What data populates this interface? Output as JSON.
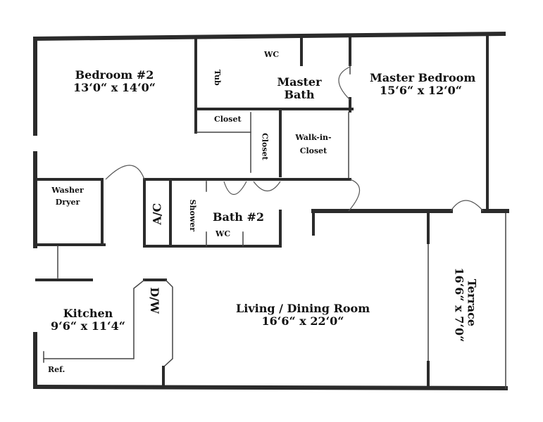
{
  "rooms": {
    "bedroom2": {
      "name": "Bedroom #2",
      "size": "13‘0“ x 14‘0“"
    },
    "master_bath": {
      "name1": "Master",
      "name2": "Bath"
    },
    "master_bedroom": {
      "name": "Master Bedroom",
      "size": "15‘6“ x 12‘0“"
    },
    "wc_top": "WC",
    "tub": "Tub",
    "closet_h": "Closet",
    "closet_v": "Closet",
    "walkin": {
      "line1": "Walk-in-",
      "line2": "Closet"
    },
    "washer": {
      "line1": "Washer",
      "line2": "Dryer"
    },
    "ac": "A/C",
    "shower": "Shower",
    "bath2": "Bath #2",
    "wc_bottom": "WC",
    "kitchen": {
      "name": "Kitchen",
      "size": "9‘6“ x 11‘4“"
    },
    "dw": "D/W",
    "ref": "Ref.",
    "living": {
      "name": "Living / Dining Room",
      "size": "16‘6“ x 22‘0“"
    },
    "terrace": {
      "name": "Terrace",
      "size": "16‘6“ x 7‘0“"
    }
  },
  "colors": {
    "wall": "#2b2b2b",
    "background": "#ffffff"
  }
}
